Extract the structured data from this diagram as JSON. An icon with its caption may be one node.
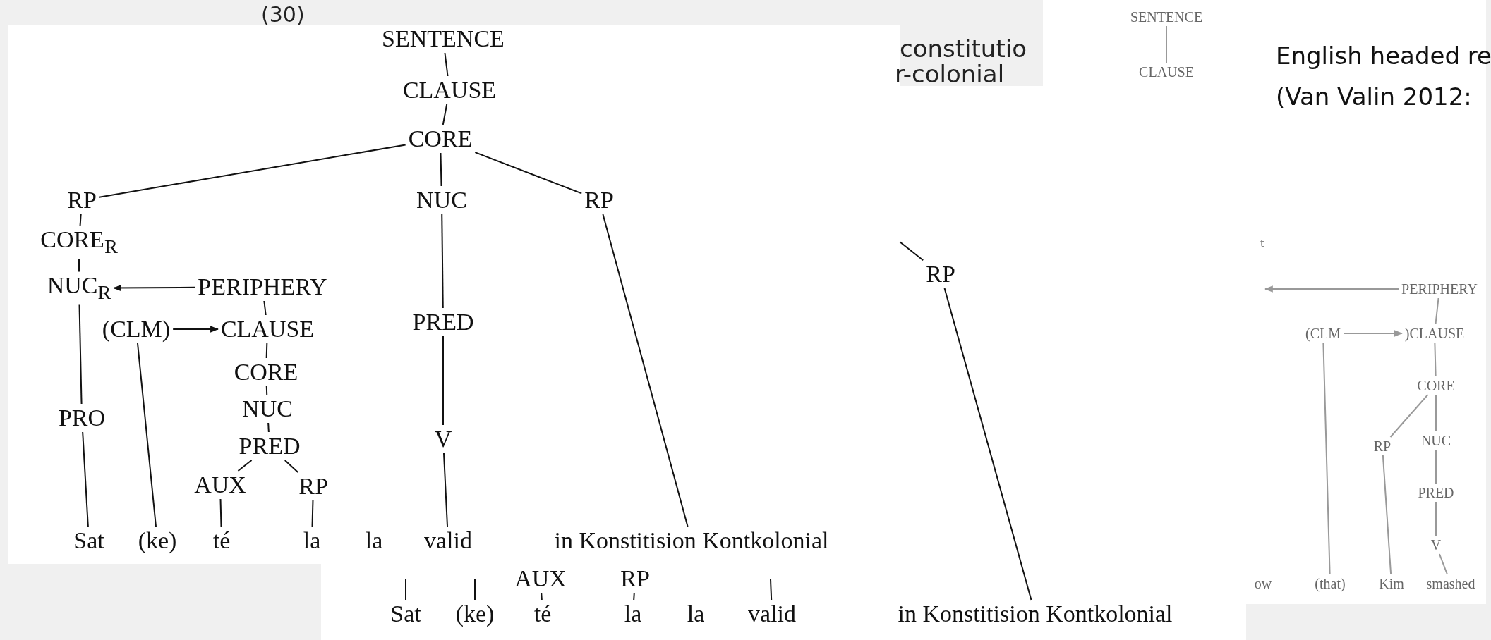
{
  "diagram": {
    "nodes": [
      {
        "text": [
          "SENTENCE"
        ]
      },
      {
        "text": [
          "CLAUSE"
        ]
      },
      {
        "text": [
          "CORE"
        ]
      },
      {
        "text": [
          "RP"
        ]
      },
      {
        "text": [
          "NUC"
        ]
      },
      {
        "text": [
          "RP"
        ]
      },
      {
        "text": [
          "CORE$_{R}$"
        ]
      },
      {
        "text": [
          "NUC$_{R}$"
        ]
      },
      {
        "text": [
          "PERIPHERY"
        ]
      },
      {
        "text": [
          "(CLM)"
        ]
      },
      {
        "text": [
          "CLAUSE"
        ]
      },
      {
        "text": [
          "CORE"
        ]
      },
      {
        "text": [
          "NUC"
        ]
      },
      {
        "text": [
          "PRED"
        ]
      },
      {
        "text": [
          "AUX"
        ]
      },
      {
        "text": [
          "RP"
        ]
      },
      {
        "text": [
          "PRED"
        ]
      },
      {
        "text": [
          "V"
        ]
      },
      {
        "text": [
          "PRO"
        ]
      },
      {
        "text": [
          "Sat"
        ]
      },
      {
        "text": [
          "(ke)"
        ]
      },
      {
        "text": [
          "té"
        ]
      },
      {
        "text": [
          "la"
        ]
      },
      {
        "text": [
          "la"
        ]
      },
      {
        "text": [
          "valid"
        ]
      },
      {
        "text": [
          "in Konstitision Kontkolonial"
        ]
      },
      {
        "text": [
          "RP"
        ]
      },
      {
        "text": [
          "Sat"
        ]
      },
      {
        "text": [
          "(ke)"
        ]
      },
      {
        "text": [
          "té"
        ]
      },
      {
        "text": [
          "la"
        ]
      },
      {
        "text": [
          "la"
        ]
      },
      {
        "text": [
          "valid"
        ]
      },
      {
        "text": [
          "in Konstitision Kontkolonial"
        ]
      },
      {
        "text": [
          "AUX"
        ]
      },
      {
        "text": [
          "RP"
        ]
      },
      {
        "text": [
          "SENTENCE"
        ]
      },
      {
        "text": [
          "CLAUSE"
        ]
      },
      {
        "text": [
          "PERIPHERY"
        ]
      },
      {
        "text": [
          "(CLM"
        ]
      },
      {
        "text": [
          ")CLAUSE"
        ]
      },
      {
        "text": [
          "CORE"
        ]
      },
      {
        "text": [
          "RP"
        ]
      },
      {
        "text": [
          "NUC"
        ]
      },
      {
        "text": [
          "PRED"
        ]
      },
      {
        "text": [
          "V"
        ]
      },
      {
        "text": [
          "ow"
        ]
      },
      {
        "text": [
          "(that)"
        ]
      },
      {
        "text": [
          "Kim"
        ]
      },
      {
        "text": [
          "smashed"
        ]
      }
    ],
    "edges": [
      {
        "from": 0,
        "to": 1,
        "arrow": "none"
      },
      {
        "from": 1,
        "to": 2,
        "arrow": "none"
      },
      {
        "from": 2,
        "to": 3,
        "arrow": "none"
      },
      {
        "from": 2,
        "to": 4,
        "arrow": "none"
      },
      {
        "from": 2,
        "to": 5,
        "arrow": "none"
      },
      {
        "from": 3,
        "to": 6,
        "arrow": "none"
      },
      {
        "from": 6,
        "to": 7,
        "arrow": "none"
      },
      {
        "from": 8,
        "to": 7,
        "arrow": "to"
      },
      {
        "from": 8,
        "to": 10,
        "arrow": "none"
      },
      {
        "from": 9,
        "to": 10,
        "arrow": "to"
      },
      {
        "from": 10,
        "to": 11,
        "arrow": "none"
      },
      {
        "from": 11,
        "to": 12,
        "arrow": "none"
      },
      {
        "from": 12,
        "to": 13,
        "arrow": "none"
      },
      {
        "from": 13,
        "to": 14,
        "arrow": "none"
      },
      {
        "from": 13,
        "to": 15,
        "arrow": "none"
      },
      {
        "from": 4,
        "to": 16,
        "arrow": "none"
      },
      {
        "from": 16,
        "to": 17,
        "arrow": "none"
      },
      {
        "from": 7,
        "to": 18,
        "arrow": "none"
      },
      {
        "from": 18,
        "to": 19,
        "arrow": "none"
      },
      {
        "from": 9,
        "to": 20,
        "arrow": "none"
      },
      {
        "from": 14,
        "to": 21,
        "arrow": "none"
      },
      {
        "from": 15,
        "to": 22,
        "arrow": "none"
      },
      {
        "from": 17,
        "to": 24,
        "arrow": "none"
      },
      {
        "from": 5,
        "to": 25,
        "arrow": "none"
      },
      {
        "from": null,
        "to": 26,
        "arrow": "none"
      },
      {
        "from": 26,
        "to": 33,
        "arrow": "none"
      },
      {
        "from": null,
        "to": 27,
        "arrow": "none"
      },
      {
        "from": null,
        "to": 28,
        "arrow": "none"
      },
      {
        "from": 34,
        "to": 29,
        "arrow": "none"
      },
      {
        "from": 35,
        "to": 30,
        "arrow": "none"
      },
      {
        "from": null,
        "to": 32,
        "arrow": "none"
      },
      {
        "from": 36,
        "to": 37,
        "arrow": "none",
        "color": "#999999"
      },
      {
        "from": 38,
        "to": null,
        "arrow": "to",
        "color": "#999999"
      },
      {
        "from": 38,
        "to": 40,
        "arrow": "none",
        "color": "#999999"
      },
      {
        "from": 39,
        "to": 40,
        "arrow": "to",
        "color": "#999999"
      },
      {
        "from": 40,
        "to": 41,
        "arrow": "none",
        "color": "#999999"
      },
      {
        "from": 41,
        "to": 42,
        "arrow": "none",
        "color": "#999999"
      },
      {
        "from": 41,
        "to": 43,
        "arrow": "none",
        "color": "#999999"
      },
      {
        "from": 43,
        "to": 44,
        "arrow": "none",
        "color": "#999999"
      },
      {
        "from": 44,
        "to": 45,
        "arrow": "none",
        "color": "#999999"
      },
      {
        "from": 45,
        "to": 49,
        "arrow": "none",
        "color": "#999999"
      },
      {
        "from": 42,
        "to": 48,
        "arrow": "none",
        "color": "#999999"
      },
      {
        "from": 39,
        "to": 47,
        "arrow": "none",
        "color": "#999999"
      }
    ],
    "labels": [
      "(30)",
      "constitutio",
      "r-colonial",
      "t",
      "English headed re",
      "(Van Valin 2012:"
    ]
  }
}
